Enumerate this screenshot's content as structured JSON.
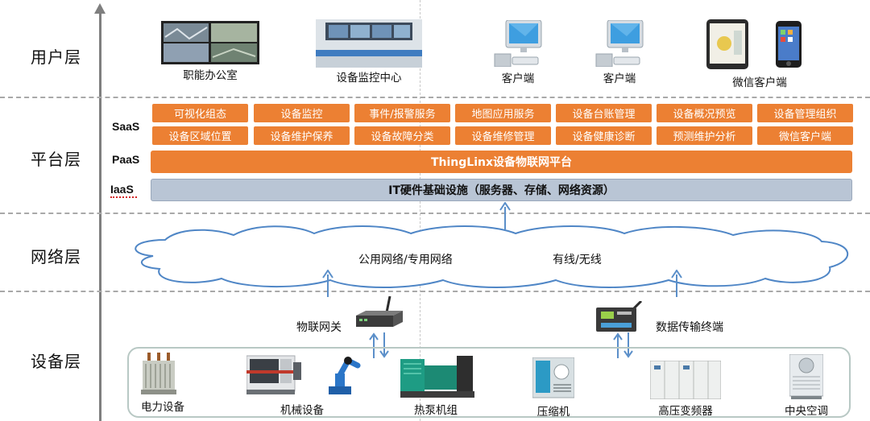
{
  "layers": {
    "user": "用户层",
    "platform": "平台层",
    "network": "网络层",
    "device": "设备层"
  },
  "user_layer": {
    "items": [
      "职能办公室",
      "设备监控中心",
      "客户端",
      "客户端",
      "微信客户端"
    ]
  },
  "platform_layer": {
    "tiers": {
      "saas": "SaaS",
      "paas": "PaaS",
      "iaas": "IaaS"
    },
    "saas_row1": [
      "可视化组态",
      "设备监控",
      "事件/报警服务",
      "地图应用服务",
      "设备台账管理",
      "设备概况预览",
      "设备管理组织"
    ],
    "saas_row2": [
      "设备区域位置",
      "设备维护保养",
      "设备故障分类",
      "设备维修管理",
      "设备健康诊断",
      "预测维护分析",
      "微信客户端"
    ],
    "paas_bar": "ThingLinx设备物联网平台",
    "iaas_bar": "IT硬件基础设施（服务器、存储、网络资源）"
  },
  "network_layer": {
    "public": "公用网络/专用网络",
    "wired": "有线/无线"
  },
  "device_layer": {
    "gateway": "物联网关",
    "dtu": "数据传输终端",
    "devices": [
      "电力设备",
      "机械设备",
      "热泵机组",
      "压缩机",
      "高压变频器",
      "中央空调"
    ]
  },
  "colors": {
    "orange": "#ec8033",
    "iaas_blue": "#b9c5d5",
    "arrow_blue": "#5b8fc9",
    "cloud_blue": "#4f86c6"
  }
}
